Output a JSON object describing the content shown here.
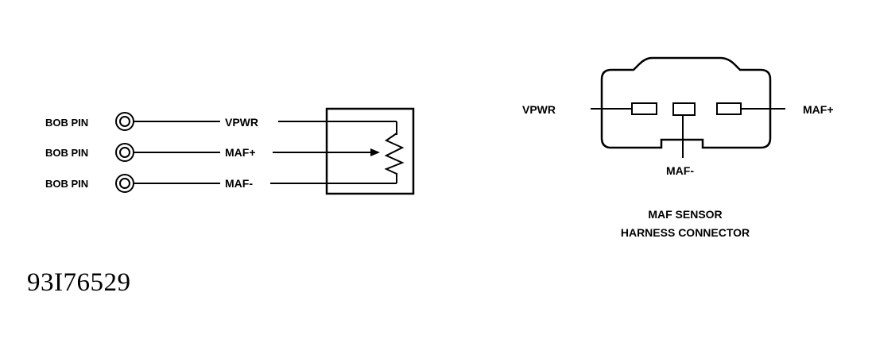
{
  "left_circuit": {
    "pins": [
      {
        "pin_label": "BOB PIN",
        "signal": "VPWR"
      },
      {
        "pin_label": "BOB PIN",
        "signal": "MAF+"
      },
      {
        "pin_label": "BOB PIN",
        "signal": "MAF-"
      }
    ]
  },
  "connector": {
    "left_terminal": "VPWR",
    "right_terminal": "MAF+",
    "bottom_terminal": "MAF-",
    "caption_line1": "MAF SENSOR",
    "caption_line2": "HARNESS CONNECTOR"
  },
  "figure_id": "93I76529",
  "colors": {
    "ink": "#000000",
    "background": "#ffffff"
  }
}
